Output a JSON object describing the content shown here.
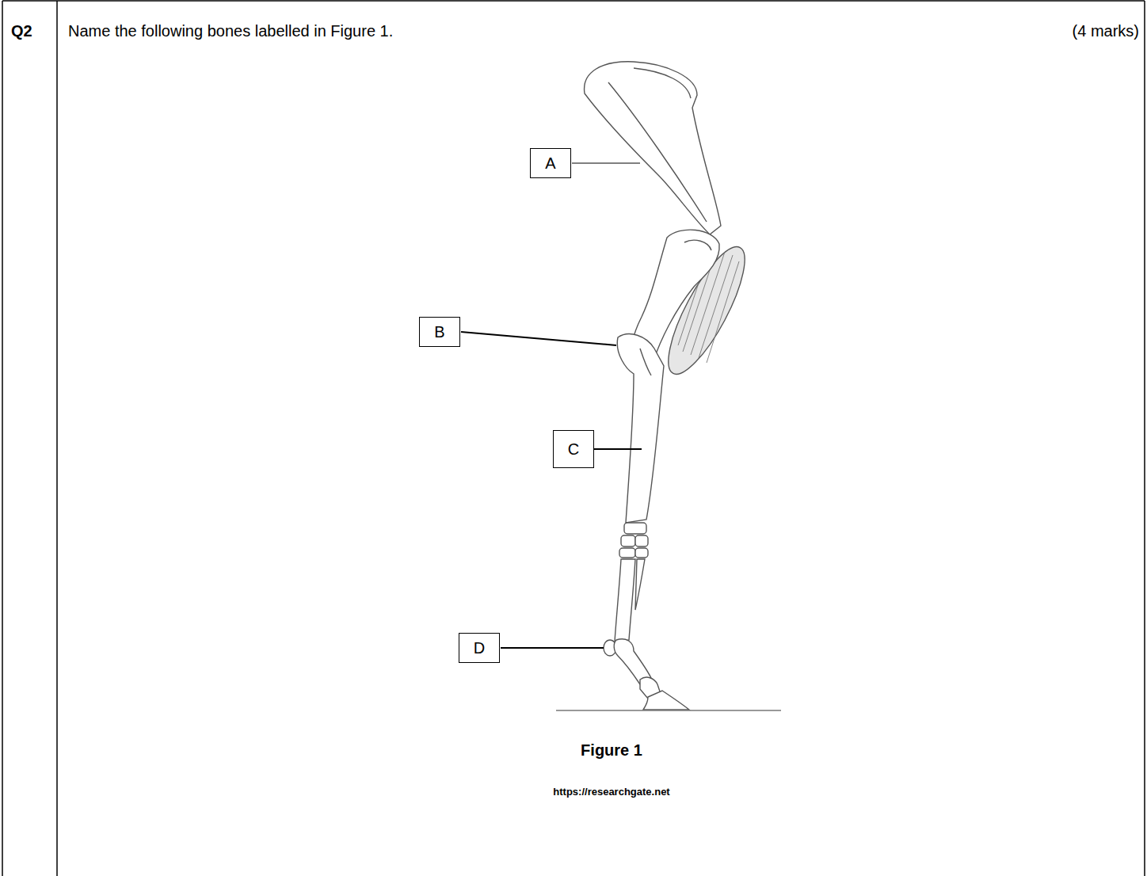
{
  "diagram": {
    "caption": "Figure 1",
    "nodes": [
      {
        "text": [
          "A"
        ]
      },
      {
        "text": [
          "B"
        ]
      },
      {
        "text": [
          "C"
        ]
      },
      {
        "text": [
          "D"
        ]
      }
    ],
    "labels": [
      "Q2",
      "Name the following bones labelled in Figure 1.",
      "(4 marks)",
      "https://researchgate.net"
    ]
  }
}
